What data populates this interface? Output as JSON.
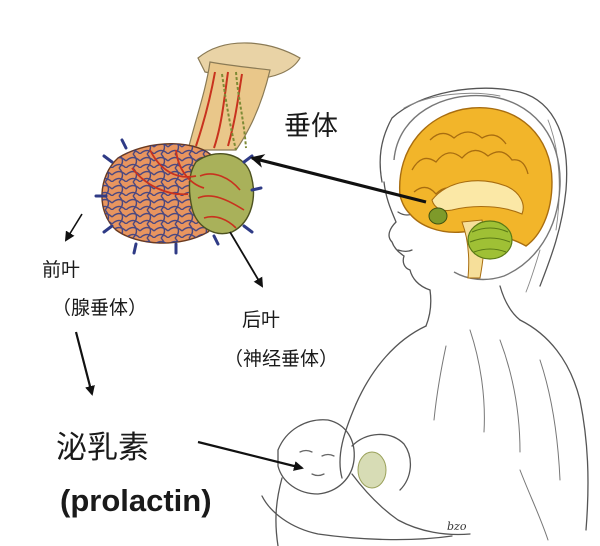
{
  "labels": {
    "pituitary": "垂体",
    "anterior_lobe": "前叶",
    "adenohypophysis": "（腺垂体）",
    "posterior_lobe": "后叶",
    "neurohypophysis": "（神经垂体）",
    "hormone": "泌乳素",
    "hormone_en": "(prolactin)"
  },
  "signature": "bzo",
  "colors": {
    "anterior_lobe": "#e8955f",
    "posterior_lobe": "#a9b15a",
    "vessel_red": "#c8321e",
    "vessel_blue": "#2f3b86",
    "cortex": "#f2b52a",
    "cerebellum": "#9fc035",
    "stalk": "#e9c78a"
  }
}
